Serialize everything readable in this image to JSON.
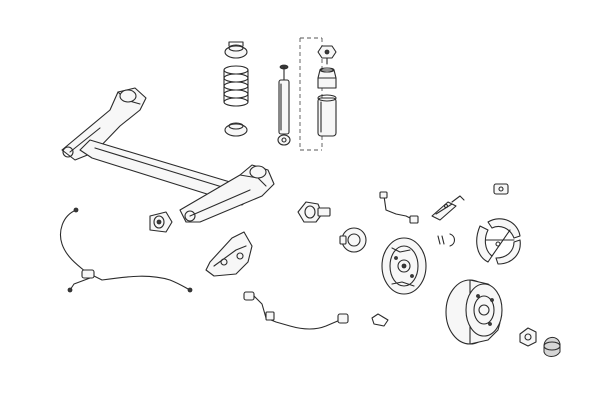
{
  "diagram": {
    "parts": [
      "rear-axle-beam",
      "coil-spring",
      "spring-seat-upper",
      "spring-seat-lower",
      "shock-absorber",
      "bump-stop",
      "strut-top-mount",
      "dust-boot",
      "axle-bushing",
      "mounting-bracket",
      "handbrake-cable",
      "abs-sensor-cable",
      "wheel-hub-stub",
      "wheel-bearing-hub",
      "brake-backing-plate",
      "brake-drum",
      "brake-shoes",
      "brake-hose",
      "shoe-adjuster",
      "wheel-cylinder",
      "hub-nut",
      "hub-cap"
    ]
  }
}
